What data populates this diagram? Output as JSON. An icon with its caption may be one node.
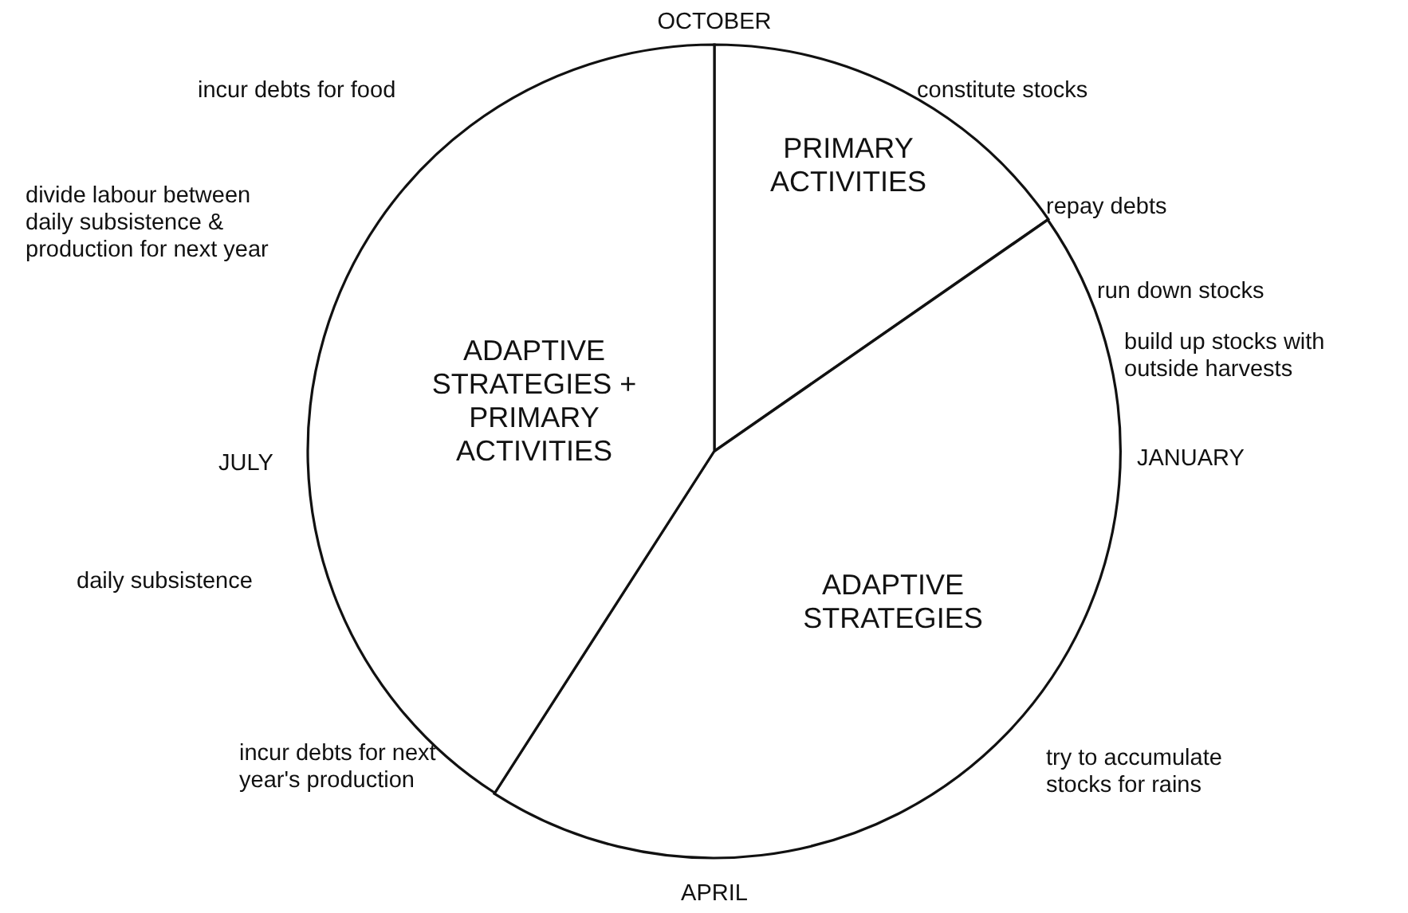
{
  "diagram": {
    "nodes": [
      {
        "text": [
          "PRIMARY ACTIVITIES"
        ]
      },
      {
        "text": [
          "ADAPTIVE STRATEGIES"
        ]
      },
      {
        "text": [
          "ADAPTIVE STRATEGIES + PRIMARY ACTIVITIES"
        ]
      }
    ],
    "labels": [
      "OCTOBER",
      "constitute stocks",
      "repay debts",
      "run down stocks",
      "build up stocks with outside harvests",
      "JANUARY",
      "try to accumulate stocks for rains",
      "APRIL",
      "incur debts for next year's production",
      "daily subsistence",
      "JULY",
      "divide labour between daily subsistence & production for next year",
      "incur debts for food"
    ]
  }
}
